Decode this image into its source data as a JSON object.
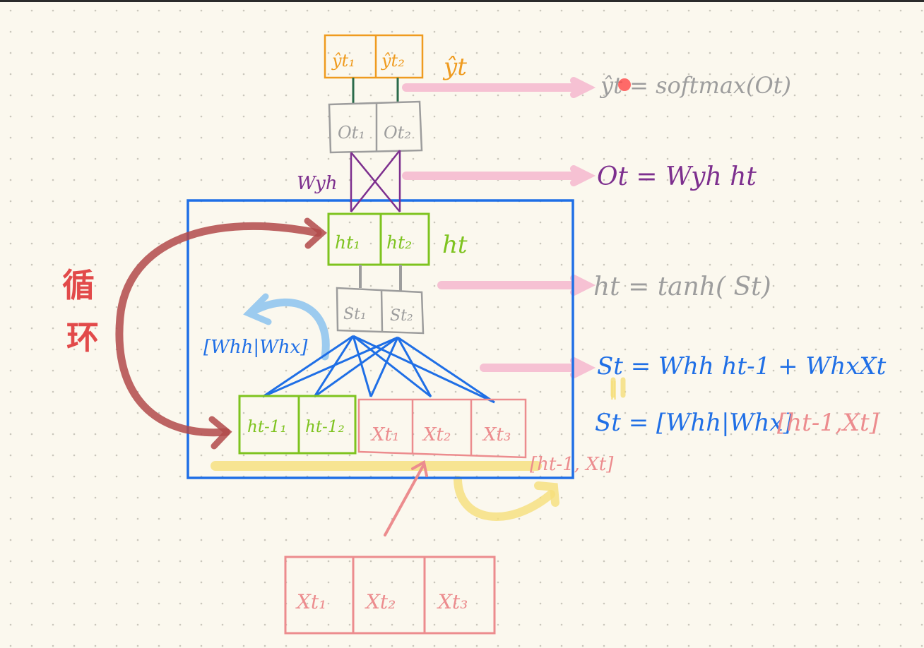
{
  "colors": {
    "background": "#fbf8ee",
    "orange": "#ef9b1f",
    "gray": "#9d9d9d",
    "purple": "#7d2f8e",
    "green": "#7ec31f",
    "blue": "#1f6fe6",
    "pink": "#ec8c8e",
    "light_pink": "#f6c1d3",
    "dark_red": "#b14a4a",
    "yellow": "#f6df7a",
    "light_blue": "#9ccbef",
    "red_text": "#e24a4a"
  },
  "output_layer": {
    "cells": [
      "ŷt₁",
      "ŷt₂"
    ],
    "label": "ŷt",
    "formula": "ŷt = softmax(Ot)"
  },
  "o_layer": {
    "cells": [
      "Ot₁",
      "Ot₂"
    ],
    "weight_label": "Wyh",
    "formula": "Ot = Wyh ht"
  },
  "h_layer": {
    "cells": [
      "ht₁",
      "ht₂"
    ],
    "label": "ht",
    "formula": "ht = tanh( St)"
  },
  "s_layer": {
    "cells": [
      "St₁",
      "St₂"
    ],
    "weight_label": "[Whh|Whx]",
    "formula_1": "St = Whh ht-1 + WhxXt",
    "equals_mark": "‖",
    "formula_2_weights": "St = [Whh|Whx]",
    "formula_2_inputs": "[ht-1,Xt]"
  },
  "concat_layer": {
    "h_cells": [
      "ht-1₁",
      "ht-1₂"
    ],
    "x_cells": [
      "Xt₁",
      "Xt₂",
      "Xt₃"
    ],
    "label": "[ht-1, Xt]"
  },
  "input_layer": {
    "cells": [
      "Xt₁",
      "Xt₂",
      "Xt₃"
    ]
  },
  "loop_label": [
    "循",
    "环"
  ]
}
